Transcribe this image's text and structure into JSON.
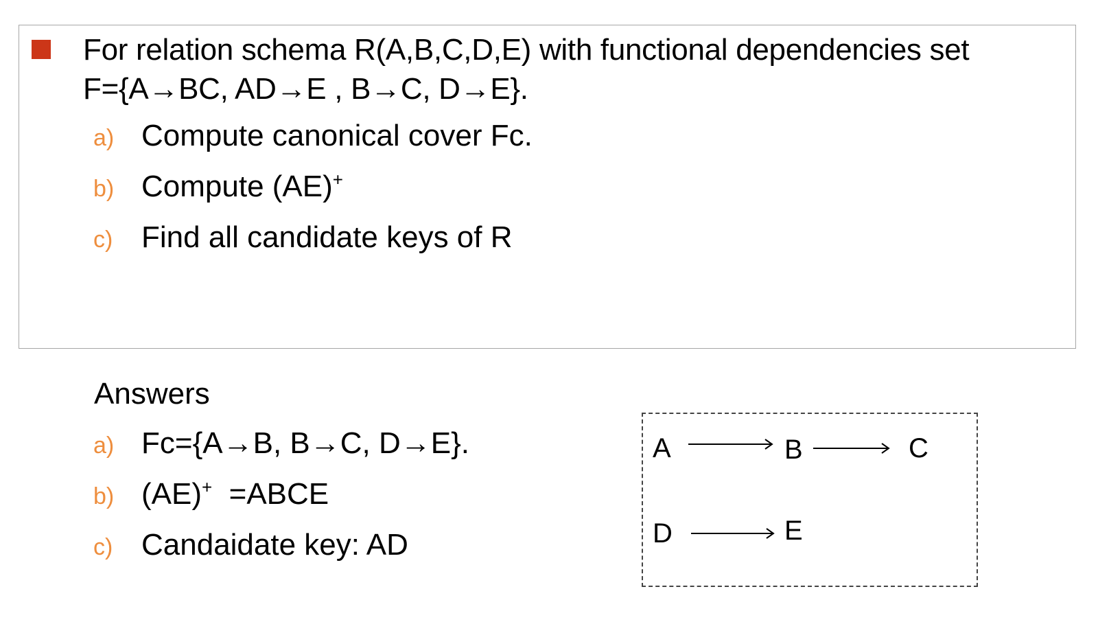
{
  "question": {
    "line1": "For relation schema R(A,B,C,D,E) with functional dependencies set",
    "line2": "F={A→BC, AD→E , B→C, D→E}.",
    "items": [
      {
        "marker": "a)",
        "text": "Compute  canonical cover Fc."
      },
      {
        "marker": "b)",
        "text": "Compute (AE)",
        "sup": "+"
      },
      {
        "marker": "c)",
        "text": "Find all candidate keys of R"
      }
    ]
  },
  "answers": {
    "heading": "Answers",
    "items": [
      {
        "marker": "a)",
        "text": "Fc={A→B, B→C, D→E}."
      },
      {
        "marker": "b)",
        "text_before": "(AE)",
        "sup": "+",
        "text_after": "  =ABCE"
      },
      {
        "marker": "c)",
        "text": "Candaidate key: AD"
      }
    ]
  },
  "diagram": {
    "nodes": [
      "A",
      "B",
      "C",
      "D",
      "E"
    ]
  },
  "colors": {
    "bullet": "#cc3618",
    "marker": "#ee8e3e",
    "box_border": "#a6a6a6"
  }
}
